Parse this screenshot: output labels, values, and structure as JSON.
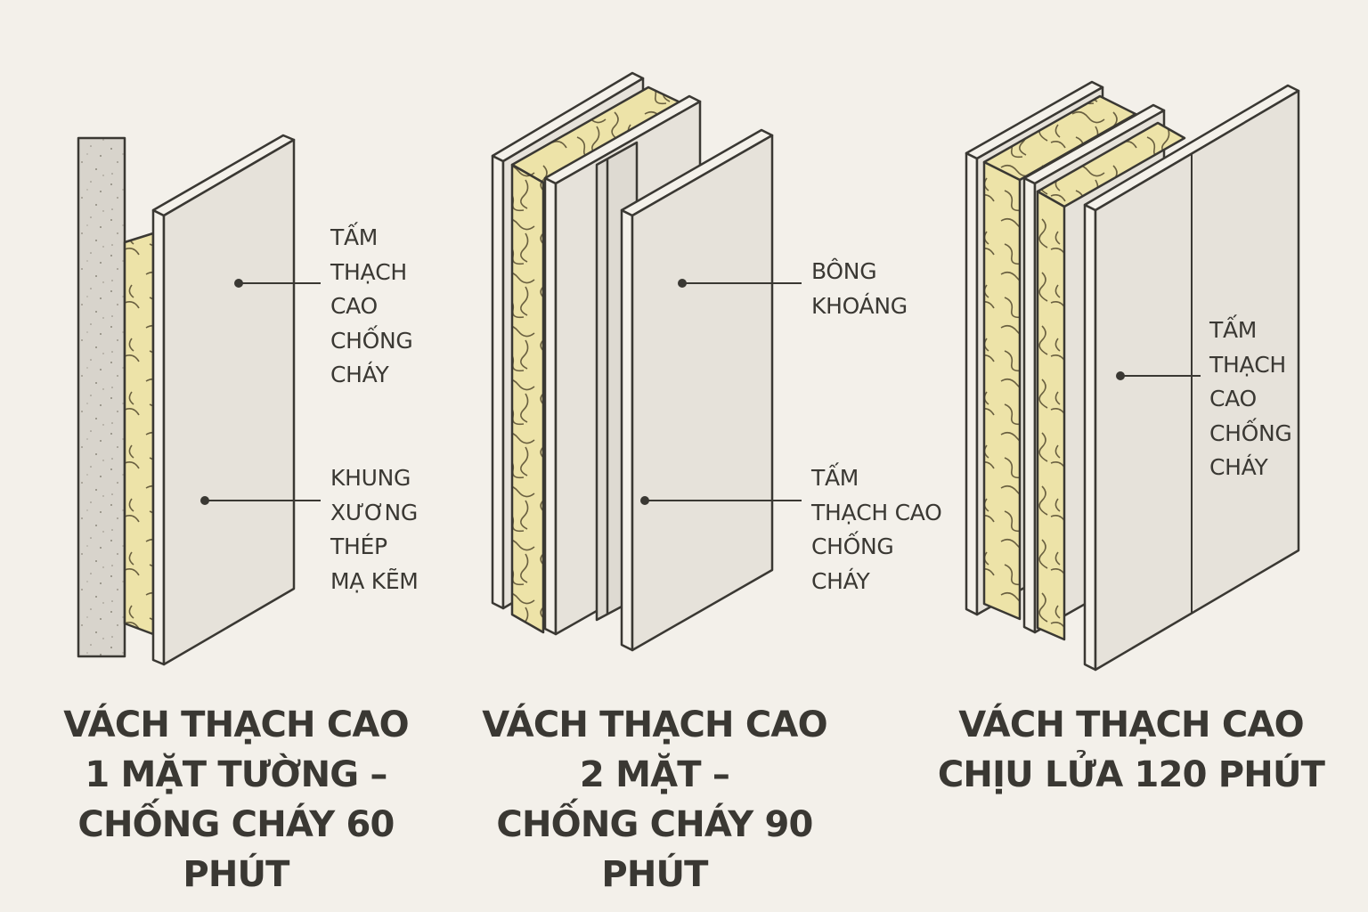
{
  "colors": {
    "background": "#f3f0ea",
    "board_face": "#e6e2da",
    "board_edge": "#f4f1ea",
    "stroke": "#3a3833",
    "insulation": "#ede3a8",
    "concrete": "#d8d4cc"
  },
  "panels": [
    {
      "title": "VÁCH THẠCH CAO\n1 MẶT TƯỜNG –\nCHỐNG CHÁY 60 PHÚT",
      "labels": [
        {
          "text": "TẤM\nTHẠCH\nCAO\nCHỐNG\nCHÁY"
        },
        {
          "text": "KHUNG\nXƯƠNG\nTHÉP\nMẠ KẼM"
        }
      ]
    },
    {
      "title": "VÁCH THẠCH CAO\n2 MẶT –\nCHỐNG CHÁY 90 PHÚT",
      "labels": [
        {
          "text": "BÔNG\nKHOÁNG"
        },
        {
          "text": "TẤM\nTHẠCH CAO\nCHỐNG\nCHÁY"
        }
      ]
    },
    {
      "title": "VÁCH THẠCH CAO\nCHỊU LỬA 120 PHÚT",
      "labels": [
        {
          "text": "TẤM\nTHẠCH\nCAO\nCHỐNG\nCHÁY"
        }
      ]
    }
  ]
}
